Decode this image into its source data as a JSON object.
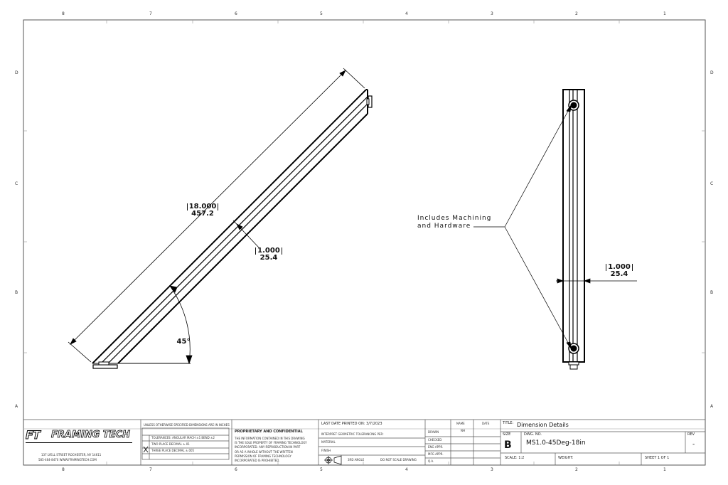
{
  "zones": {
    "columns": [
      "8",
      "7",
      "6",
      "5",
      "4",
      "3",
      "2",
      "1"
    ],
    "rows": [
      "D",
      "C",
      "B",
      "A"
    ]
  },
  "views": {
    "left": {
      "length_in": "18.000",
      "length_mm": "457.2",
      "width_in": "1.000",
      "width_mm": "25.4",
      "angle": "45°"
    },
    "right": {
      "note_line1": "Includes Machining",
      "note_line2": "and Hardware",
      "width_in": "1.000",
      "width_mm": "25.4"
    }
  },
  "title_block": {
    "company_name": "FRAMING TECH",
    "company_logo": "FT",
    "company_address": "137 LYELL STREET  ROCHESTER, NY 14611",
    "company_phone_web": "585-464-8470  WWW.FRAMINGTECH.COM",
    "tolerance_header": "UNLESS OTHERWISE SPECIFIED DIMENSIONS ARE IN INCHES",
    "tolerance_rows": [
      "TOLERANCES: ANGULAR  MACH ±1  BEND ±2",
      "TWO PLACE DECIMAL  ±.01",
      "THREE PLACE DECIMAL  ±.005"
    ],
    "proprietary_title": "PROPRIETARY AND CONFIDENTIAL",
    "proprietary_text": [
      "THE INFORMATION CONTAINED IN THIS DRAWING",
      "IS THE SOLE PROPERTY OF FRAMING TECHNOLOGY",
      "INCORPORATED.  ANY REPRODUCTION IN PART",
      "OR AS A WHOLE WITHOUT THE WRITTEN",
      "PERMISSION OF FRAMING TECHNOLOGY",
      "INCORPORATED IS PROHIBITED."
    ],
    "last_printed": "LAST DATE PRINTED ON: 3/7/2023",
    "interpret": "INTERPRET GEOMETRIC TOLERANCING PER:",
    "material_label": "MATERIAL",
    "finish_label": "FINISH",
    "third_angle": "3RD ANGLE",
    "do_not_scale": "DO NOT SCALE DRAWING",
    "name_header": "NAME",
    "date_header": "DATE",
    "rows": [
      "DRAWN",
      "CHECKED",
      "ENG APPR.",
      "MFG APPR.",
      "Q.A."
    ],
    "drawn_name": "NH",
    "title_label": "TITLE:",
    "title": "Dimension Details",
    "size_label": "SIZE",
    "size": "B",
    "dwg_no_label": "DWG.  NO.",
    "dwg_no": "MS1.0-45Deg-18in",
    "rev_label": "REV",
    "rev": "-",
    "scale": "SCALE: 1:2",
    "weight": "WEIGHT:",
    "sheet": "SHEET 1 OF 1"
  }
}
